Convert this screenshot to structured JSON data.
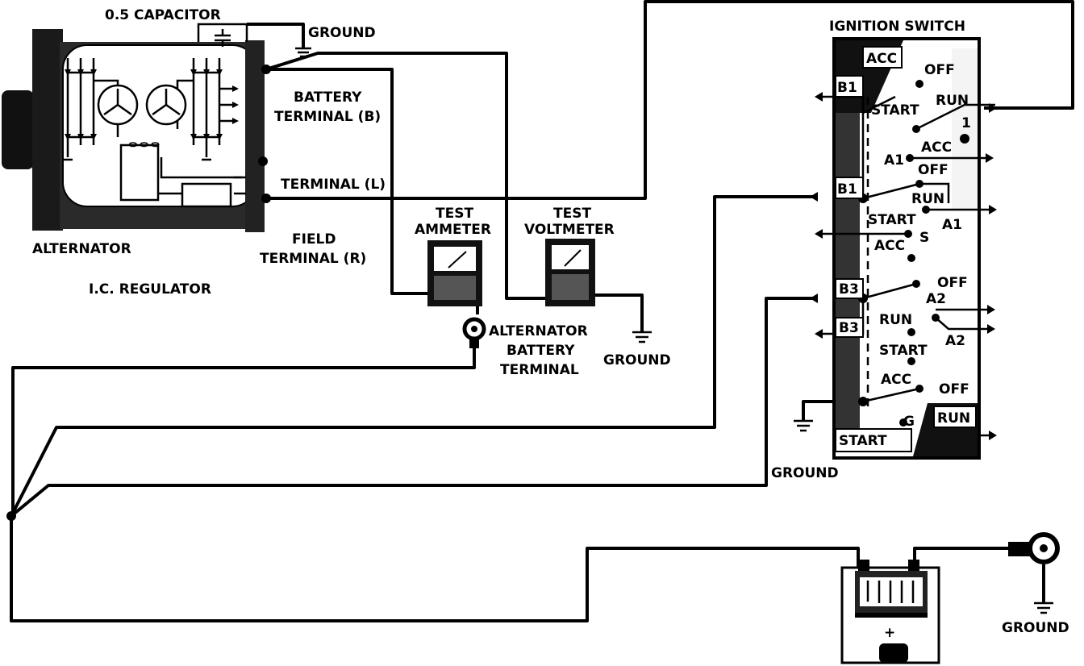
{
  "labels": {
    "capacitor": "0.5 CAPACITOR",
    "ground_top": "GROUND",
    "battery_terminal_1": "BATTERY",
    "battery_terminal_2": "TERMINAL (B)",
    "terminal_l": "TERMINAL (L)",
    "field_terminal_1": "FIELD",
    "field_terminal_2": "TERMINAL (R)",
    "alternator": "ALTERNATOR",
    "ic_regulator": "I.C. REGULATOR",
    "test_ammeter_1": "TEST",
    "test_ammeter_2": "AMMETER",
    "test_voltmeter_1": "TEST",
    "test_voltmeter_2": "VOLTMETER",
    "alt_batt_terminal_1": "ALTERNATOR",
    "alt_batt_terminal_2": "BATTERY",
    "alt_batt_terminal_3": "TERMINAL",
    "ground_voltmeter": "GROUND",
    "ignition_switch": "IGNITION SWITCH",
    "ground_switch": "GROUND",
    "ground_battery": "GROUND",
    "battery_plus": "+",
    "battery_plus_2": "+"
  },
  "switch": {
    "acc_top": "ACC",
    "off1": "OFF",
    "b1_a": "B1",
    "start1": "START",
    "run1": "RUN",
    "one": "1",
    "a1_a": "A1",
    "acc2": "ACC",
    "off2": "OFF",
    "b1_b": "B1",
    "run2": "RUN",
    "start2": "START",
    "a1_b": "A1",
    "s": "S",
    "acc3": "ACC",
    "b3_a": "B3",
    "off3": "OFF",
    "a2_a": "A2",
    "run3": "RUN",
    "b3_b": "B3",
    "a2_b": "A2",
    "start3": "START",
    "acc4": "ACC",
    "off4": "OFF",
    "g": "G",
    "run4": "RUN",
    "start4": "START"
  }
}
